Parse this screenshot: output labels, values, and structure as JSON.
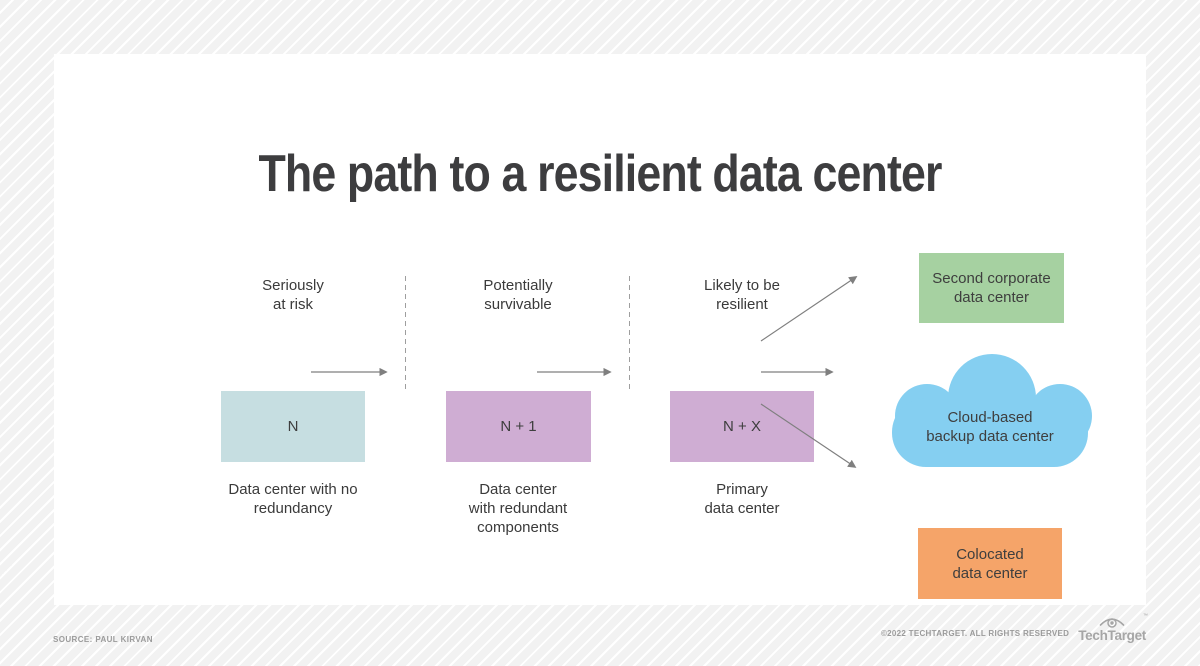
{
  "title": "The path to a resilient data center",
  "stages": [
    {
      "label": "Seriously\nat risk"
    },
    {
      "label": "Potentially\nsurvivable"
    },
    {
      "label": "Likely to be\nresilient"
    }
  ],
  "flow_boxes": [
    {
      "label": "N",
      "caption": "Data center with no\nredundancy"
    },
    {
      "label": "N + 1",
      "caption": "Data center\nwith redundant\ncomponents"
    },
    {
      "label": "N + X",
      "caption": "Primary\ndata center"
    }
  ],
  "destinations": {
    "second_dc": "Second corporate\ndata center",
    "cloud": "Cloud-based\nbackup data center",
    "colocated": "Colocated\ndata center"
  },
  "footer": {
    "source": "SOURCE: PAUL KIRVAN",
    "copyright": "©2022 TECHTARGET. ALL RIGHTS RESERVED",
    "brand": "TechTarget",
    "trademark": "™"
  },
  "colors": {
    "n_box": "#c6dee1",
    "n_plus_boxes": "#cfadd3",
    "second_dc_box": "#a6d1a1",
    "cloud": "#85cff1",
    "colocated_box": "#f5a469",
    "arrow": "#7f7f7f",
    "title_text": "#3d3d3f",
    "footer_text": "#9b9b9b"
  }
}
